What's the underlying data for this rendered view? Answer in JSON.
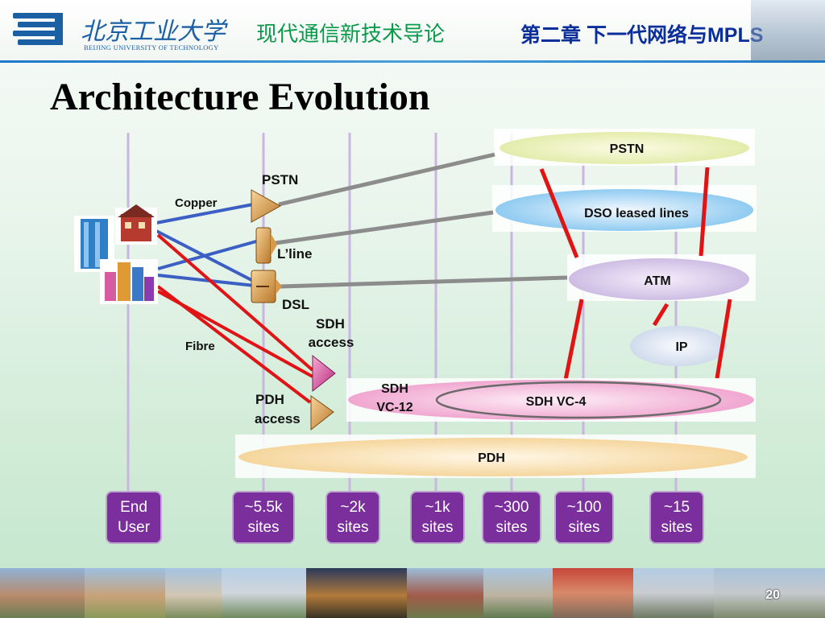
{
  "header": {
    "logo_text": "北京工业大学",
    "logo_subtitle": "BEIJING UNIVERSITY OF TECHNOLOGY",
    "course_title": "现代通信新技术导论",
    "chapter_title": "第二章 下一代网络与MPLS"
  },
  "slide": {
    "title": "Architecture Evolution",
    "page_number": "20"
  },
  "diagram": {
    "networks": {
      "pstn": "PSTN",
      "leased": "DSO leased lines",
      "atm": "ATM",
      "ip": "IP",
      "sdh_vc4": "SDH VC-4",
      "sdh_vc12_line1": "SDH",
      "sdh_vc12_line2": "VC-12",
      "pdh": "PDH"
    },
    "access_nodes": {
      "pstn": "PSTN",
      "lline": "L’line",
      "dsl": "DSL",
      "sdh_line1": "SDH",
      "sdh_line2": "access",
      "pdh_line1": "PDH",
      "pdh_line2": "access"
    },
    "media": {
      "copper": "Copper",
      "fibre": "Fibre"
    },
    "colors": {
      "copper_link": "#3b5fc4",
      "fibre_link": "#e01414",
      "trunk_link": "#8c8c8c",
      "site_box": "#7a2f9c",
      "grid_line": "#c9b5e0"
    }
  },
  "sites": [
    {
      "line1": "End",
      "line2": "User"
    },
    {
      "line1": "~5.5k",
      "line2": "sites"
    },
    {
      "line1": "~2k",
      "line2": "sites"
    },
    {
      "line1": "~1k",
      "line2": "sites"
    },
    {
      "line1": "~300",
      "line2": "sites"
    },
    {
      "line1": "~100",
      "line2": "sites"
    },
    {
      "line1": "~15",
      "line2": "sites"
    }
  ]
}
